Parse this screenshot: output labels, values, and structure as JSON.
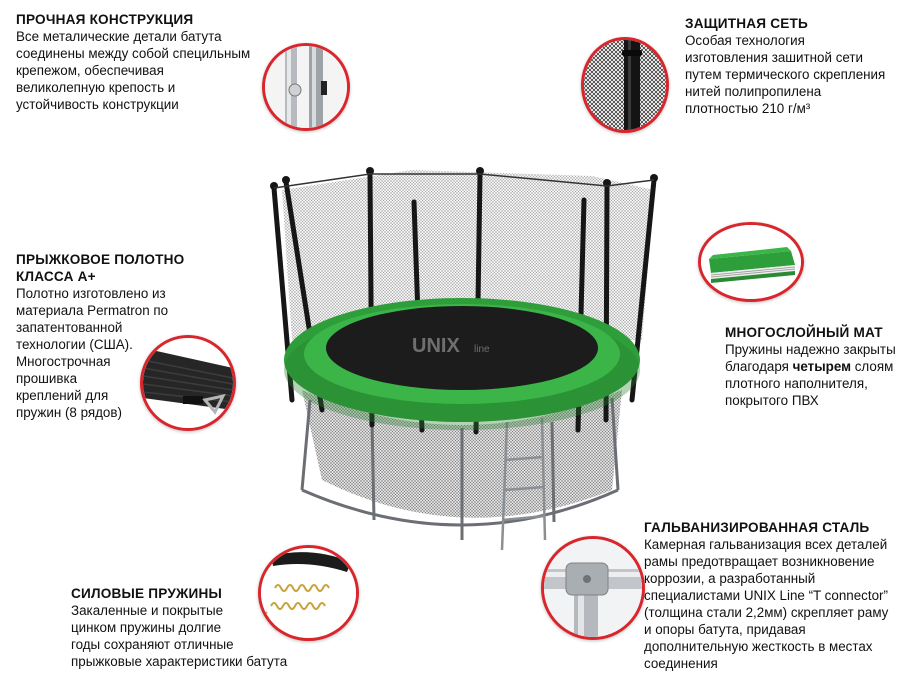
{
  "construction": {
    "title": "ПРОЧНАЯ КОНСТРУКЦИЯ",
    "lines": [
      "Все металические детали батута",
      "соединены между собой специльным",
      "крепежом, обеспечивая",
      "великолепную крепость и",
      "устойчивость конструкции"
    ]
  },
  "net": {
    "title": "ЗАЩИТНАЯ СЕТЬ",
    "lines": [
      "Особая технология",
      "изготовления зашитной сети",
      "путем термического скрепления",
      "нитей полипропилена",
      "плотностью 210 г/м³"
    ]
  },
  "mat": {
    "title_lines": [
      "ПРЫЖКОВОЕ ПОЛОТНО",
      "КЛАССА А+"
    ],
    "lines": [
      "Полотно изготовлено из",
      "материала Permatron по",
      "запатентованной",
      "технологии (США).",
      "Многострочная",
      "прошивка",
      "креплений для",
      "пружин (8 рядов)"
    ]
  },
  "multilayer": {
    "title": "МНОГОСЛОЙНЫЙ МАТ",
    "line1": "Пружины надежно закрыты",
    "line2_pre": "благодаря ",
    "line2_bold": "четырем",
    "line2_post": " слоям",
    "line3": "плотного наполнителя,",
    "line4": "покрытого ПВХ"
  },
  "steel": {
    "title": "ГАЛЬВАНИЗИРОВАННАЯ СТАЛЬ",
    "lines": [
      "Камерная гальванизация всех деталей",
      "рамы предотвращает возникновение",
      "коррозии, а разработанный",
      "специалистами  UNIX Line “T connector”",
      "(толщина стали 2,2мм) скрепляет раму",
      "и опоры батута, придавая",
      "дополнительную жесткость в местах",
      "соединения"
    ]
  },
  "springs": {
    "title": "СИЛОВЫЕ ПРУЖИНЫ",
    "lines": [
      "Закаленные и покрытые",
      "цинком пружины долгие",
      "годы сохраняют отличные",
      "прыжковые характеристики батута"
    ]
  },
  "brand": {
    "logo_main": "UNIX",
    "logo_sub": "line"
  },
  "colors": {
    "accent_red": "#d8262c",
    "pad_green": "#2e9e3a",
    "mat_black": "#1c1c1c"
  }
}
